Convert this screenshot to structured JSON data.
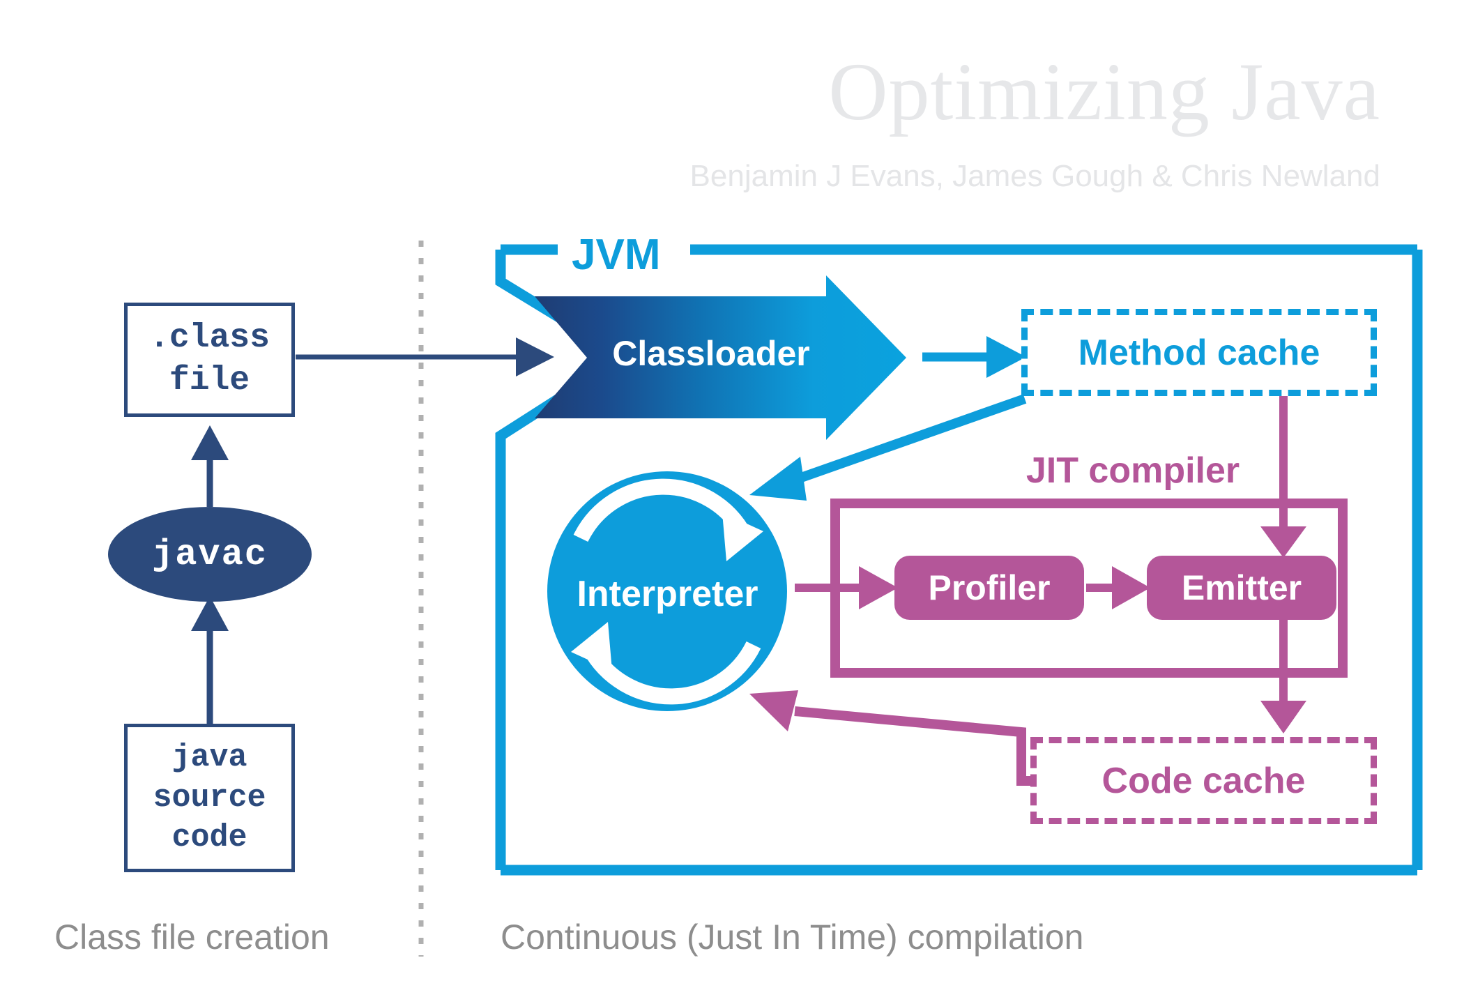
{
  "book": {
    "title": "Optimizing Java",
    "authors": "Benjamin J Evans, James Gough & Chris Newland"
  },
  "colors": {
    "navy": "#2c4a7c",
    "cyan": "#0d9ddb",
    "magenta": "#b45699",
    "caption_gray": "#8d8d8d",
    "title_gray": "#e6e7e9"
  },
  "left_column": {
    "class_file_box": {
      "line1": ".class",
      "line2": "file"
    },
    "javac": {
      "label": "javac"
    },
    "java_source_box": {
      "line1": "java",
      "line2": "source",
      "line3": "code"
    }
  },
  "jvm": {
    "label": "JVM",
    "classloader": {
      "label": "Classloader"
    },
    "method_cache": {
      "label": "Method cache"
    },
    "interpreter": {
      "label": "Interpreter"
    },
    "jit": {
      "label": "JIT compiler",
      "profiler": {
        "label": "Profiler"
      },
      "emitter": {
        "label": "Emitter"
      }
    },
    "code_cache": {
      "label": "Code cache"
    }
  },
  "captions": {
    "left": "Class file creation",
    "right": "Continuous (Just In Time) compilation"
  }
}
